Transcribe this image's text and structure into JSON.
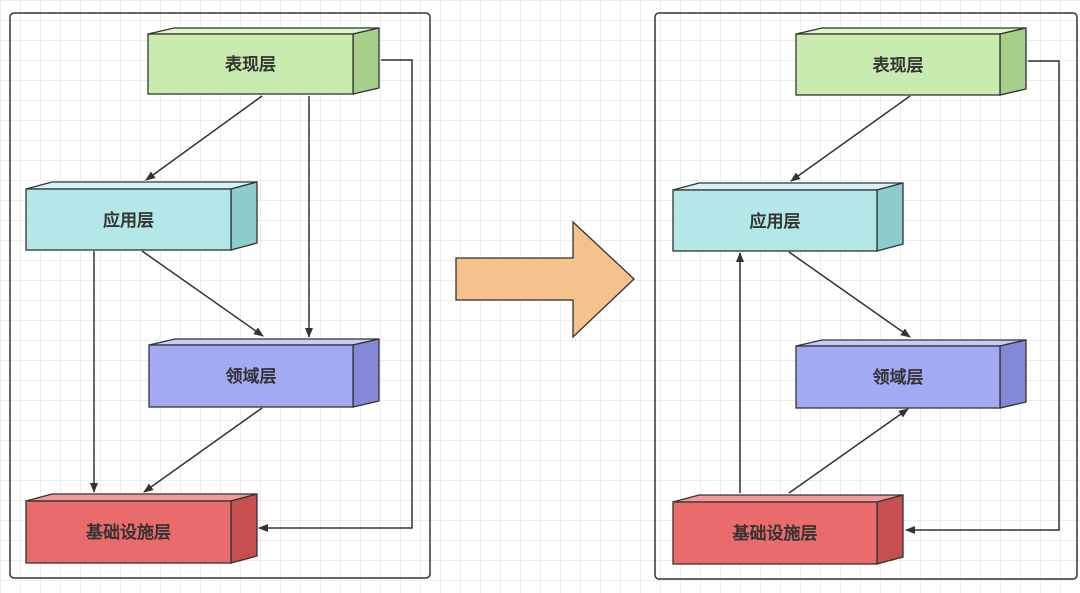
{
  "colors": {
    "presentation": "#c9ebb0",
    "application": "#b4e8e8",
    "domain": "#a4aaf2",
    "infrastructure": "#ea6b6b",
    "arrow": "#f5c28e",
    "line": "#333333"
  },
  "left_panel": {
    "presentation_label": "表现层",
    "application_label": "应用层",
    "domain_label": "领域层",
    "infrastructure_label": "基础设施层"
  },
  "right_panel": {
    "presentation_label": "表现层",
    "application_label": "应用层",
    "domain_label": "领域层",
    "infrastructure_label": "基础设施层"
  },
  "transition_arrow": {
    "icon": "right-arrow-icon"
  }
}
